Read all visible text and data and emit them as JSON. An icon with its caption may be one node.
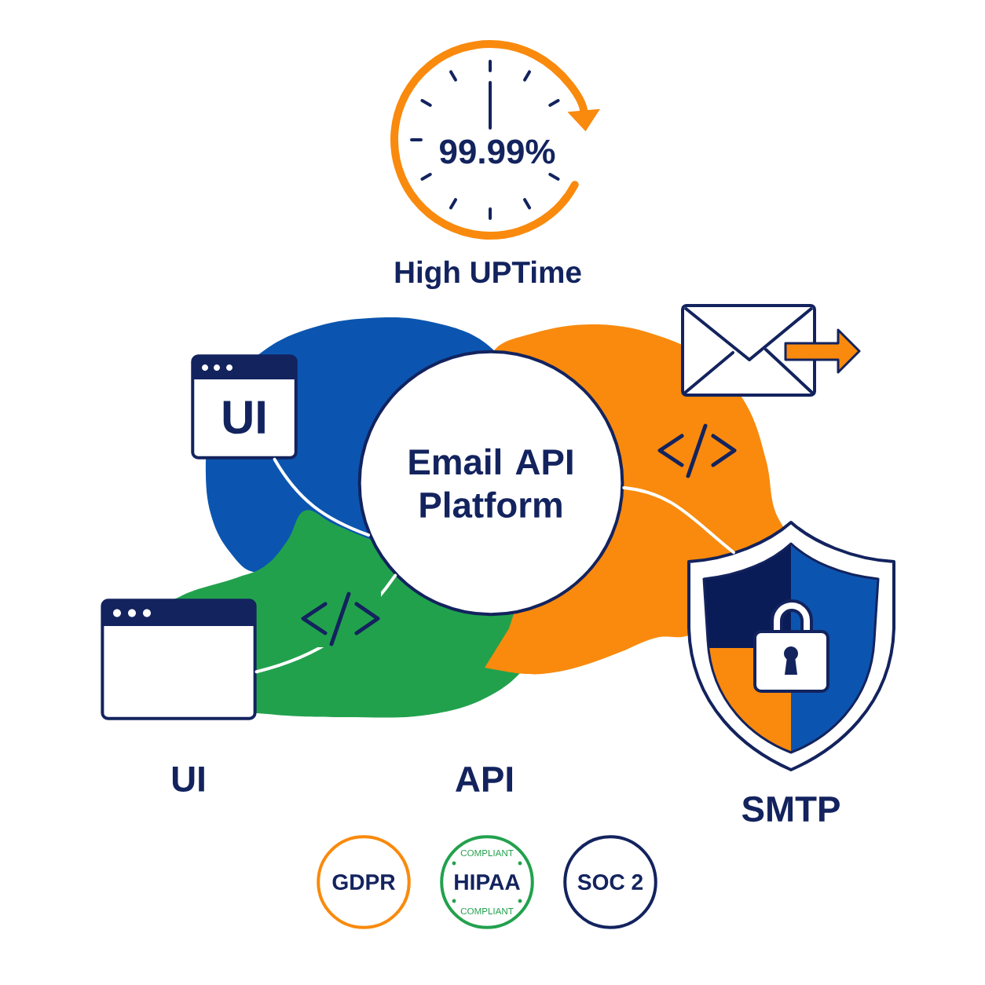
{
  "diagram": {
    "nodes": [
      {
        "text": [
          "99.99%"
        ],
        "beside": [
          "High UPTime"
        ]
      },
      {
        "text": [
          "UI"
        ]
      },
      {
        "text": [
          "Email API Platform"
        ]
      },
      {
        "text": [],
        "shape": "shield"
      },
      {
        "text": [],
        "shape": "window"
      },
      {
        "text": [
          "GDPR"
        ]
      },
      {
        "text": [
          "COMPLIANT",
          "HIPAA",
          "COMPLIANT"
        ]
      },
      {
        "text": [
          "SOC 2"
        ]
      }
    ],
    "edges": [
      {
        "from": 1,
        "to": 2,
        "arrow": "none"
      },
      {
        "from": 4,
        "to": 2,
        "arrow": "none"
      },
      {
        "from": 2,
        "to": 3,
        "arrow": "none"
      }
    ],
    "labels": [
      "UI",
      "API",
      "SMTP"
    ]
  }
}
